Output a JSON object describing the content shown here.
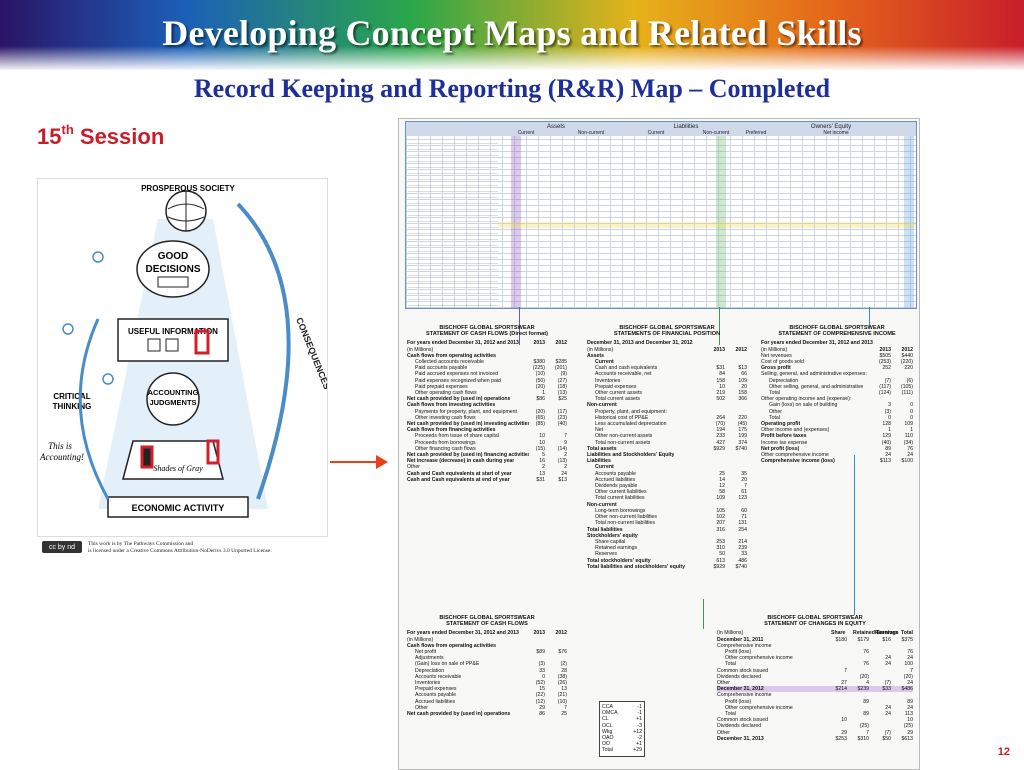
{
  "header": {
    "title": "Developing Concept Maps and Related Skills",
    "subtitle": "Record Keeping and Reporting (R&R) Map – Completed"
  },
  "session": {
    "number": "15",
    "suffix": "th",
    "label": "Session"
  },
  "illustration": {
    "top": "PROSPEROUS SOCIETY",
    "good": "GOOD",
    "decisions": "DECISIONS",
    "useful_info": "USEFUL INFORMATION",
    "accounting": "ACCOUNTING",
    "judgments": "JUDGMENTS",
    "critical": "CRITICAL",
    "thinking": "THINKING",
    "this_is": "This is",
    "accounting_excl": "Accounting!",
    "shades": "Shades of Gray",
    "economic": "ECONOMIC ACTIVITY",
    "consequences": "CONSEQUENCES"
  },
  "license": {
    "badge": "cc by nd",
    "line1": "This work is by The Pathways Commission and",
    "line2": "is licensed under a Creative Commons Attribution-NoDerivs 3.0 Unported License."
  },
  "matrix": {
    "groups": [
      "Assets",
      "Liabilities",
      "Owners' Equity"
    ],
    "sub": [
      "Current",
      "Non-current",
      "Current",
      "Non-current",
      "Preferred",
      "Net income"
    ]
  },
  "cash_flow_direct": {
    "company": "BISCHOFF GLOBAL SPORTSWEAR",
    "title": "STATEMENT OF CASH FLOWS (Direct format)",
    "period": "For years ended December 31, 2012 and 2013",
    "years": [
      "2013",
      "2012"
    ],
    "unit": "(in Millions)",
    "rows": [
      {
        "label": "Cash flows from operating activities",
        "a": "",
        "b": "",
        "cls": "bold"
      },
      {
        "label": "Collected accounts receivable",
        "a": "$380",
        "b": "$285",
        "cls": "ind"
      },
      {
        "label": "Paid accounts payable",
        "a": "(225)",
        "b": "(201)",
        "cls": "ind"
      },
      {
        "label": "Paid accrued expenses not invoiced",
        "a": "(10)",
        "b": "(9)",
        "cls": "ind"
      },
      {
        "label": "Paid expenses recognized when paid",
        "a": "(50)",
        "b": "(27)",
        "cls": "ind"
      },
      {
        "label": "Paid prepaid expenses",
        "a": "(20)",
        "b": "(18)",
        "cls": "ind"
      },
      {
        "label": "Other operating cash flows",
        "a": "1",
        "b": "(13)",
        "cls": "ind"
      },
      {
        "label": "Net cash provided by (used in) operations",
        "a": "$86",
        "b": "$25",
        "cls": "bold"
      },
      {
        "label": "Cash flows from investing activities",
        "a": "",
        "b": "",
        "cls": "bold"
      },
      {
        "label": "Payments for property, plant, and equipment",
        "a": "(20)",
        "b": "(17)",
        "cls": "ind"
      },
      {
        "label": "Other investing cash flows",
        "a": "(65)",
        "b": "(23)",
        "cls": "ind"
      },
      {
        "label": "Net cash provided by (used in) investing activities",
        "a": "(85)",
        "b": "(40)",
        "cls": "bold"
      },
      {
        "label": "Cash flows from financing activities",
        "a": "",
        "b": "",
        "cls": "bold"
      },
      {
        "label": "Proceeds from issue of share capital",
        "a": "10",
        "b": "7",
        "cls": "ind"
      },
      {
        "label": "Proceeds from borrowings",
        "a": "10",
        "b": "9",
        "cls": "ind"
      },
      {
        "label": "Other financing cash flows",
        "a": "(15)",
        "b": "(14)",
        "cls": "ind"
      },
      {
        "label": "Net cash provided by (used in) financing activities",
        "a": "5",
        "b": "2",
        "cls": "bold"
      },
      {
        "label": "Net increase (decrease) in cash during year",
        "a": "16",
        "b": "(13)",
        "cls": "bold"
      },
      {
        "label": "Other",
        "a": "2",
        "b": "2",
        "cls": ""
      },
      {
        "label": "Cash and Cash equivalents at start of year",
        "a": "13",
        "b": "24",
        "cls": "bold"
      },
      {
        "label": "Cash and Cash equivalents at end of year",
        "a": "$31",
        "b": "$13",
        "cls": "bold"
      }
    ]
  },
  "financial_position": {
    "company": "BISCHOFF GLOBAL SPORTSWEAR",
    "title": "STATEMENTS OF FINANCIAL POSITION",
    "period": "December 31, 2013 and December 31, 2012",
    "years": [
      "2013",
      "2012"
    ],
    "unit": "(in Millions)",
    "rows": [
      {
        "label": "Assets",
        "a": "",
        "b": "",
        "cls": "bold"
      },
      {
        "label": "Current",
        "a": "",
        "b": "",
        "cls": "bold ind"
      },
      {
        "label": "Cash and cash equivalents",
        "a": "$31",
        "b": "$13",
        "cls": "ind"
      },
      {
        "label": "Accounts receivable, net",
        "a": "84",
        "b": "66",
        "cls": "ind"
      },
      {
        "label": "Inventories",
        "a": "158",
        "b": "109",
        "cls": "ind"
      },
      {
        "label": "Prepaid expenses",
        "a": "10",
        "b": "20",
        "cls": "ind"
      },
      {
        "label": "Other current assets",
        "a": "219",
        "b": "158",
        "cls": "ind"
      },
      {
        "label": "Total current assets",
        "a": "502",
        "b": "366",
        "cls": "ind"
      },
      {
        "label": "Non-current",
        "a": "",
        "b": "",
        "cls": "bold"
      },
      {
        "label": "Property, plant, and equipment:",
        "a": "",
        "b": "",
        "cls": "ind"
      },
      {
        "label": "Historical cost of PP&E",
        "a": "264",
        "b": "220",
        "cls": "ind"
      },
      {
        "label": "Less accumulated depreciation",
        "a": "(70)",
        "b": "(45)",
        "cls": "ind"
      },
      {
        "label": "Net",
        "a": "194",
        "b": "175",
        "cls": "ind"
      },
      {
        "label": "Other non-current assets",
        "a": "233",
        "b": "199",
        "cls": "ind"
      },
      {
        "label": "Total non-current assets",
        "a": "427",
        "b": "374",
        "cls": "ind"
      },
      {
        "label": "Total assets",
        "a": "$929",
        "b": "$740",
        "cls": "bold"
      },
      {
        "label": "",
        "a": "",
        "b": "",
        "cls": ""
      },
      {
        "label": "Liabilities and Stockholders' Equity",
        "a": "",
        "b": "",
        "cls": "bold"
      },
      {
        "label": "Liabilities",
        "a": "",
        "b": "",
        "cls": "bold"
      },
      {
        "label": "Current",
        "a": "",
        "b": "",
        "cls": "bold ind"
      },
      {
        "label": "Accounts payable",
        "a": "25",
        "b": "35",
        "cls": "ind"
      },
      {
        "label": "Accrued liabilities",
        "a": "14",
        "b": "20",
        "cls": "ind"
      },
      {
        "label": "Dividends payable",
        "a": "12",
        "b": "7",
        "cls": "ind"
      },
      {
        "label": "Other current liabilities",
        "a": "58",
        "b": "61",
        "cls": "ind"
      },
      {
        "label": "Total current liabilities",
        "a": "109",
        "b": "123",
        "cls": "ind"
      },
      {
        "label": "Non-current",
        "a": "",
        "b": "",
        "cls": "bold"
      },
      {
        "label": "Long-term borrowings",
        "a": "105",
        "b": "60",
        "cls": "ind"
      },
      {
        "label": "Other non-current liabilities",
        "a": "102",
        "b": "71",
        "cls": "ind"
      },
      {
        "label": "Total non-current liabilities",
        "a": "207",
        "b": "131",
        "cls": "ind"
      },
      {
        "label": "Total liabilities",
        "a": "316",
        "b": "254",
        "cls": "bold"
      },
      {
        "label": "Stockholders' equity",
        "a": "",
        "b": "",
        "cls": "bold"
      },
      {
        "label": "Share capital",
        "a": "253",
        "b": "214",
        "cls": "ind"
      },
      {
        "label": "Retained earnings",
        "a": "310",
        "b": "239",
        "cls": "ind"
      },
      {
        "label": "Reserves",
        "a": "50",
        "b": "33",
        "cls": "ind"
      },
      {
        "label": "Total stockholders' equity",
        "a": "613",
        "b": "486",
        "cls": "bold"
      },
      {
        "label": "Total liabilities and stockholders' equity",
        "a": "$929",
        "b": "$740",
        "cls": "bold"
      }
    ]
  },
  "comprehensive_income": {
    "company": "BISCHOFF GLOBAL SPORTSWEAR",
    "title": "STATEMENT OF COMPREHENSIVE INCOME",
    "period": "For years ended December 31, 2012 and 2013",
    "years": [
      "2013",
      "2012"
    ],
    "unit": "(in Millions)",
    "rows": [
      {
        "label": "Net revenues",
        "a": "$505",
        "b": "$440",
        "cls": ""
      },
      {
        "label": "Cost of goods sold",
        "a": "(253)",
        "b": "(220)",
        "cls": ""
      },
      {
        "label": "Gross profit",
        "a": "252",
        "b": "220",
        "cls": "bold"
      },
      {
        "label": "Selling, general, and administrative expenses:",
        "a": "",
        "b": "",
        "cls": ""
      },
      {
        "label": "Depreciation",
        "a": "(7)",
        "b": "(6)",
        "cls": "ind"
      },
      {
        "label": "Other selling, general, and administrative",
        "a": "(117)",
        "b": "(105)",
        "cls": "ind"
      },
      {
        "label": "Total",
        "a": "(124)",
        "b": "(111)",
        "cls": "ind"
      },
      {
        "label": "Other operating income and (expense):",
        "a": "",
        "b": "",
        "cls": ""
      },
      {
        "label": "Gain (loss) on sale of building",
        "a": "3",
        "b": "0",
        "cls": "ind"
      },
      {
        "label": "Other",
        "a": "(3)",
        "b": "0",
        "cls": "ind"
      },
      {
        "label": "Total",
        "a": "0",
        "b": "0",
        "cls": "ind"
      },
      {
        "label": "Operating profit",
        "a": "128",
        "b": "109",
        "cls": "bold"
      },
      {
        "label": "Other income and (expenses)",
        "a": "1",
        "b": "1",
        "cls": ""
      },
      {
        "label": "Profit before taxes",
        "a": "129",
        "b": "110",
        "cls": "bold"
      },
      {
        "label": "Income tax expense",
        "a": "(40)",
        "b": "(34)",
        "cls": ""
      },
      {
        "label": "Net profit (loss)",
        "a": "89",
        "b": "76",
        "cls": "bold"
      },
      {
        "label": "Other comprehensive income",
        "a": "24",
        "b": "24",
        "cls": ""
      },
      {
        "label": "Comprehensive income (loss)",
        "a": "$113",
        "b": "$100",
        "cls": "bold"
      }
    ]
  },
  "cash_flow_indirect": {
    "company": "BISCHOFF GLOBAL SPORTSWEAR",
    "title": "STATEMENT OF CASH FLOWS",
    "period": "For years ended December 31, 2012 and 2013",
    "years": [
      "2013",
      "2012"
    ],
    "unit": "(in Millions)",
    "rows": [
      {
        "label": "Cash flows from operating activities",
        "a": "",
        "b": "",
        "cls": "bold"
      },
      {
        "label": "Net profit",
        "a": "$89",
        "b": "$76",
        "cls": "ind"
      },
      {
        "label": "Adjustments",
        "a": "",
        "b": "",
        "cls": "ind"
      },
      {
        "label": "(Gain) loss on sale of PP&E",
        "a": "(3)",
        "b": "(2)",
        "cls": "ind"
      },
      {
        "label": "Depreciation",
        "a": "33",
        "b": "28",
        "cls": "ind"
      },
      {
        "label": "Accounts receivable",
        "a": "0",
        "b": "(38)",
        "cls": "ind"
      },
      {
        "label": "Inventories",
        "a": "(52)",
        "b": "(26)",
        "cls": "ind"
      },
      {
        "label": "Prepaid expenses",
        "a": "15",
        "b": "13",
        "cls": "ind"
      },
      {
        "label": "Accounts payable",
        "a": "(22)",
        "b": "(21)",
        "cls": "ind"
      },
      {
        "label": "Accrued liabilities",
        "a": "(12)",
        "b": "(10)",
        "cls": "ind"
      },
      {
        "label": "Other",
        "a": "29",
        "b": "7",
        "cls": "ind"
      },
      {
        "label": "Net cash provided by (used in) operations",
        "a": "86",
        "b": "25",
        "cls": "bold"
      }
    ]
  },
  "changes_in_equity": {
    "company": "BISCHOFF GLOBAL SPORTSWEAR",
    "title": "STATEMENT OF CHANGES IN EQUITY",
    "unit": "(in Millions)",
    "cols": [
      "Share Capital",
      "Retained Earnings",
      "Reserves",
      "Total"
    ],
    "rows": [
      {
        "label": "December 31, 2011",
        "v": [
          "$180",
          "$179",
          "$16",
          "$375"
        ],
        "cls": "bold"
      },
      {
        "label": "Comprehensive income",
        "v": [
          "",
          "",
          "",
          ""
        ],
        "cls": ""
      },
      {
        "label": "Profit (loss)",
        "v": [
          "",
          "76",
          "",
          "76"
        ],
        "cls": "ind"
      },
      {
        "label": "Other comprehensive income",
        "v": [
          "",
          "",
          "24",
          "24"
        ],
        "cls": "ind"
      },
      {
        "label": "Total",
        "v": [
          "",
          "76",
          "24",
          "100"
        ],
        "cls": "ind"
      },
      {
        "label": "Common stock issued",
        "v": [
          "7",
          "",
          "",
          "7"
        ],
        "cls": ""
      },
      {
        "label": "Dividends declared",
        "v": [
          "",
          "(20)",
          "",
          "(20)"
        ],
        "cls": ""
      },
      {
        "label": "Other",
        "v": [
          "27",
          "4",
          "(7)",
          "24"
        ],
        "cls": ""
      },
      {
        "label": "December 31, 2012",
        "v": [
          "$214",
          "$239",
          "$33",
          "$486"
        ],
        "cls": "bold"
      },
      {
        "label": "Comprehensive income",
        "v": [
          "",
          "",
          "",
          ""
        ],
        "cls": ""
      },
      {
        "label": "Profit (loss)",
        "v": [
          "",
          "89",
          "",
          "89"
        ],
        "cls": "ind"
      },
      {
        "label": "Other comprehensive income",
        "v": [
          "",
          "",
          "24",
          "24"
        ],
        "cls": "ind"
      },
      {
        "label": "Total",
        "v": [
          "",
          "89",
          "24",
          "113"
        ],
        "cls": "ind"
      },
      {
        "label": "Common stock issued",
        "v": [
          "10",
          "",
          "",
          "10"
        ],
        "cls": ""
      },
      {
        "label": "Dividends declared",
        "v": [
          "",
          "(25)",
          "",
          "(25)"
        ],
        "cls": ""
      },
      {
        "label": "Other",
        "v": [
          "29",
          "7",
          "(7)",
          "29"
        ],
        "cls": ""
      },
      {
        "label": "December 31, 2013",
        "v": [
          "$253",
          "$310",
          "$50",
          "$613"
        ],
        "cls": "bold"
      }
    ]
  },
  "legend_box": {
    "rows": [
      {
        "k": "CCA",
        "v": "-1"
      },
      {
        "k": "OMCA",
        "v": "-1"
      },
      {
        "k": "CL",
        "v": "+1"
      },
      {
        "k": "OCL",
        "v": "-3"
      },
      {
        "k": "Wkg",
        "v": "+12"
      },
      {
        "k": "OAO",
        "v": "-2"
      },
      {
        "k": "OO",
        "v": "+1"
      },
      {
        "k": "Total",
        "v": "+29"
      }
    ]
  },
  "page_number": "12",
  "colors": {
    "title_blue": "#1f2f9a",
    "accent_red": "#c81e2a",
    "arrow": "#e8411a"
  }
}
